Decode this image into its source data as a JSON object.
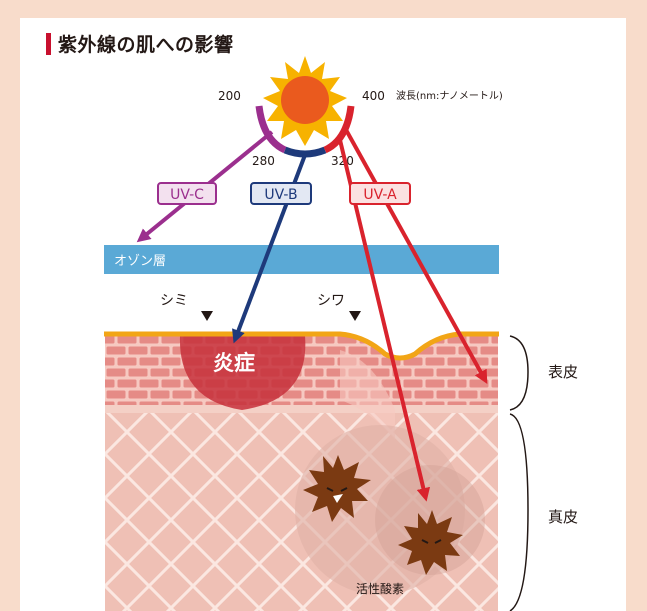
{
  "title": "紫外線の肌への影響",
  "wavelength": {
    "tick_200": "200",
    "tick_280": "280",
    "tick_320": "320",
    "tick_400": "400",
    "unit": "波長(nm:ナノメートル)"
  },
  "uv_labels": {
    "uvc": "UV-C",
    "uvb": "UV-B",
    "uva": "UV-A"
  },
  "ozone": "オゾン層",
  "markers": {
    "shimi": "シミ",
    "shiwa": "シワ"
  },
  "inflammation": "炎症",
  "layers": {
    "epidermis": "表皮",
    "dermis": "真皮"
  },
  "radicals": "活性酸素",
  "colors": {
    "uvc": "#9b2f8e",
    "uvb": "#1e3a7b",
    "uva": "#d9232d",
    "ozone": "#5aa9d6",
    "sun": "#f7b200",
    "skin_top": "#f2a516"
  }
}
